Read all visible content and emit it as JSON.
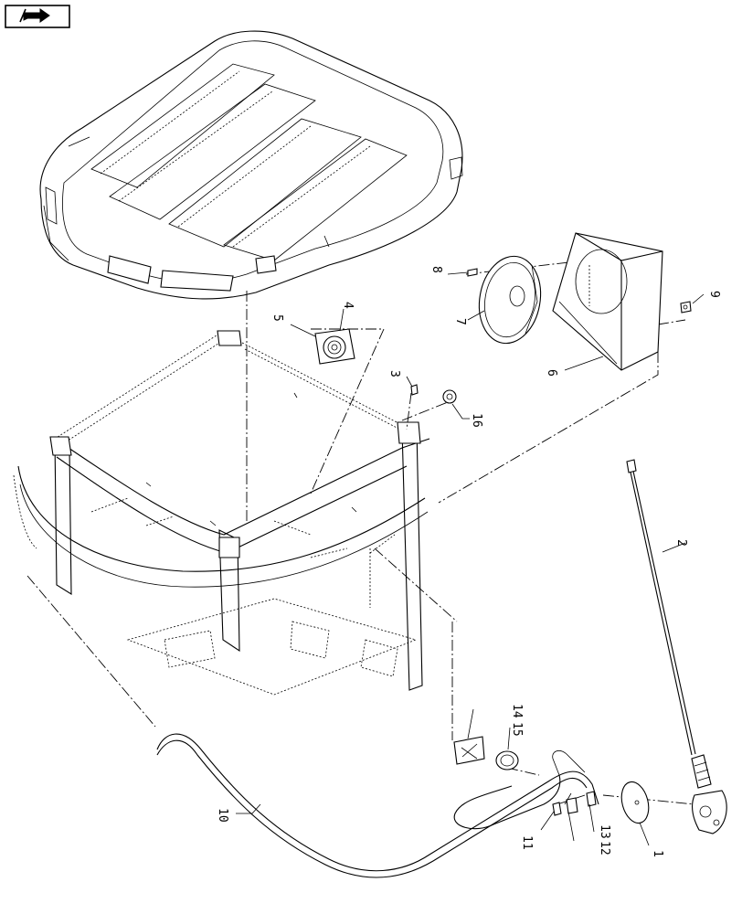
{
  "nav_icon": "forward-arrow-icon",
  "callouts": [
    {
      "id": "1",
      "text": "1"
    },
    {
      "id": "2",
      "text": "2"
    },
    {
      "id": "3",
      "text": "3"
    },
    {
      "id": "4",
      "text": "4"
    },
    {
      "id": "5",
      "text": "5"
    },
    {
      "id": "6",
      "text": "6"
    },
    {
      "id": "7",
      "text": "7"
    },
    {
      "id": "8",
      "text": "8"
    },
    {
      "id": "9",
      "text": "9"
    },
    {
      "id": "10",
      "text": "10"
    },
    {
      "id": "11",
      "text": "11"
    },
    {
      "id": "12",
      "text": "12"
    },
    {
      "id": "13",
      "text": "13"
    },
    {
      "id": "14",
      "text": "14"
    },
    {
      "id": "15",
      "text": "15"
    },
    {
      "id": "16",
      "text": "16"
    }
  ]
}
